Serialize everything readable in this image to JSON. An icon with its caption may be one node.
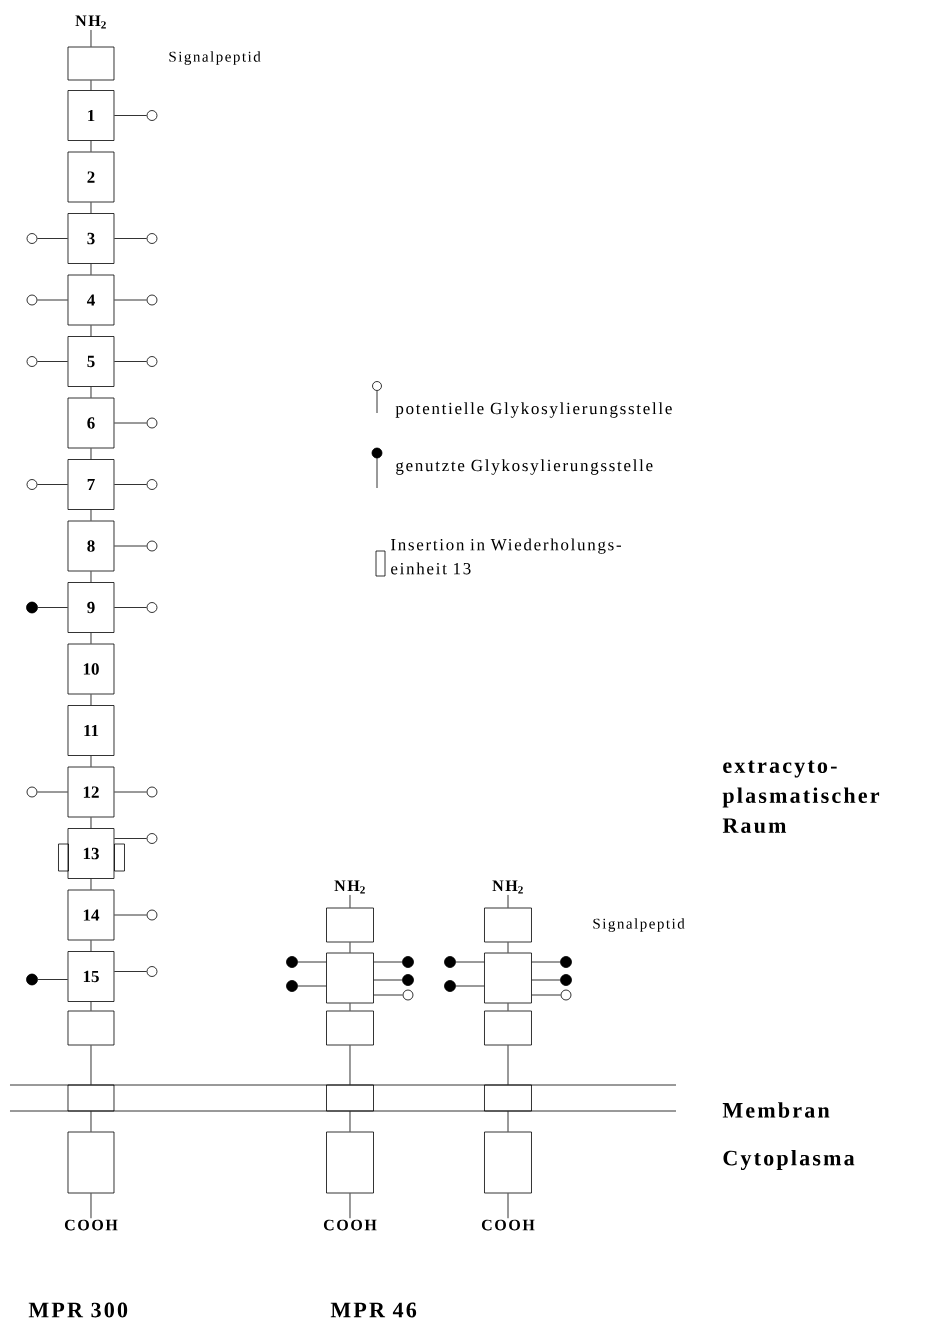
{
  "diagram": {
    "nodes": [
      {
        "text": [
          "NH$_{2}$"
        ]
      },
      {
        "text": [],
        "shape": "box",
        "beside": [
          "Signalpeptid"
        ]
      },
      {
        "text": [
          "1"
        ]
      },
      {
        "text": [],
        "shape": "circle"
      },
      {
        "text": [
          "2"
        ]
      },
      {
        "text": [
          "3"
        ]
      },
      {
        "text": [],
        "shape": "circle"
      },
      {
        "text": [],
        "shape": "circle"
      },
      {
        "text": [
          "4"
        ]
      },
      {
        "text": [],
        "shape": "circle"
      },
      {
        "text": [],
        "shape": "circle"
      },
      {
        "text": [
          "5"
        ]
      },
      {
        "text": [],
        "shape": "circle"
      },
      {
        "text": [],
        "shape": "circle"
      },
      {
        "text": [
          "6"
        ]
      },
      {
        "text": [],
        "shape": "circle"
      },
      {
        "text": [
          "7"
        ]
      },
      {
        "text": [],
        "shape": "circle"
      },
      {
        "text": [],
        "shape": "circle"
      },
      {
        "text": [
          "8"
        ]
      },
      {
        "text": [],
        "shape": "circle"
      },
      {
        "text": [
          "9"
        ]
      },
      {
        "text": [],
        "shape": "dot"
      },
      {
        "text": [],
        "shape": "circle"
      },
      {
        "text": [
          "10"
        ]
      },
      {
        "text": [
          "11"
        ]
      },
      {
        "text": [
          "12"
        ]
      },
      {
        "text": [],
        "shape": "circle"
      },
      {
        "text": [],
        "shape": "circle"
      },
      {
        "text": [
          "13"
        ]
      },
      {
        "text": [],
        "shape": "box"
      },
      {
        "text": [],
        "shape": "box"
      },
      {
        "text": [],
        "shape": "circle"
      },
      {
        "text": [
          "14"
        ]
      },
      {
        "text": [],
        "shape": "circle"
      },
      {
        "text": [
          "15"
        ]
      },
      {
        "text": [],
        "shape": "dot"
      },
      {
        "text": [],
        "shape": "circle"
      },
      {
        "text": [],
        "shape": "box"
      },
      {
        "text": [],
        "shape": "box"
      },
      {
        "text": [],
        "shape": "box"
      },
      {
        "text": [
          "COOH"
        ]
      },
      {
        "text": [
          "NH$_{2}$"
        ]
      },
      {
        "text": [],
        "shape": "box"
      },
      {
        "text": [],
        "shape": "box"
      },
      {
        "text": [],
        "shape": "dot"
      },
      {
        "text": [],
        "shape": "dot"
      },
      {
        "text": [],
        "shape": "dot"
      },
      {
        "text": [],
        "shape": "dot"
      },
      {
        "text": [],
        "shape": "circle"
      },
      {
        "text": [],
        "shape": "box"
      },
      {
        "text": [],
        "shape": "box"
      },
      {
        "text": [],
        "shape": "box"
      },
      {
        "text": [
          "COOH"
        ]
      },
      {
        "text": [
          "NH$_{2}$"
        ]
      },
      {
        "text": [],
        "shape": "box"
      },
      {
        "text": [],
        "shape": "box"
      },
      {
        "text": [],
        "shape": "dot"
      },
      {
        "text": [],
        "shape": "dot"
      },
      {
        "text": [],
        "shape": "dot"
      },
      {
        "text": [],
        "shape": "dot"
      },
      {
        "text": [],
        "shape": "circle"
      },
      {
        "text": [],
        "shape": "box"
      },
      {
        "text": [],
        "shape": "box"
      },
      {
        "text": [],
        "shape": "box"
      },
      {
        "text": [
          "COOH"
        ]
      }
    ],
    "edges": [
      {
        "from": 0,
        "to": 1,
        "arrow": "none"
      },
      {
        "from": 1,
        "to": 2,
        "arrow": "none"
      },
      {
        "from": 2,
        "to": 4,
        "arrow": "none"
      },
      {
        "from": 4,
        "to": 5,
        "arrow": "none"
      },
      {
        "from": 5,
        "to": 8,
        "arrow": "none"
      },
      {
        "from": 8,
        "to": 11,
        "arrow": "none"
      },
      {
        "from": 11,
        "to": 14,
        "arrow": "none"
      },
      {
        "from": 14,
        "to": 16,
        "arrow": "none"
      },
      {
        "from": 16,
        "to": 19,
        "arrow": "none"
      },
      {
        "from": 19,
        "to": 21,
        "arrow": "none"
      },
      {
        "from": 21,
        "to": 24,
        "arrow": "none"
      },
      {
        "from": 24,
        "to": 25,
        "arrow": "none"
      },
      {
        "from": 25,
        "to": 26,
        "arrow": "none"
      },
      {
        "from": 26,
        "to": 29,
        "arrow": "none"
      },
      {
        "from": 29,
        "to": 33,
        "arrow": "none"
      },
      {
        "from": 33,
        "to": 35,
        "arrow": "none"
      },
      {
        "from": 35,
        "to": 38,
        "arrow": "none"
      },
      {
        "from": 38,
        "to": 39,
        "arrow": "none"
      },
      {
        "from": 39,
        "to": 40,
        "arrow": "none"
      },
      {
        "from": 40,
        "to": 41,
        "arrow": "none"
      },
      {
        "from": 2,
        "to": 3,
        "arrow": "none"
      },
      {
        "from": 5,
        "to": 6,
        "arrow": "none"
      },
      {
        "from": 5,
        "to": 7,
        "arrow": "none"
      },
      {
        "from": 8,
        "to": 9,
        "arrow": "none"
      },
      {
        "from": 8,
        "to": 10,
        "arrow": "none"
      },
      {
        "from": 11,
        "to": 12,
        "arrow": "none"
      },
      {
        "from": 11,
        "to": 13,
        "arrow": "none"
      },
      {
        "from": 14,
        "to": 15,
        "arrow": "none"
      },
      {
        "from": 16,
        "to": 17,
        "arrow": "none"
      },
      {
        "from": 16,
        "to": 18,
        "arrow": "none"
      },
      {
        "from": 19,
        "to": 20,
        "arrow": "none"
      },
      {
        "from": 21,
        "to": 22,
        "arrow": "none"
      },
      {
        "from": 21,
        "to": 23,
        "arrow": "none"
      },
      {
        "from": 26,
        "to": 27,
        "arrow": "none"
      },
      {
        "from": 26,
        "to": 28,
        "arrow": "none"
      },
      {
        "from": 29,
        "to": 32,
        "arrow": "none"
      },
      {
        "from": 33,
        "to": 34,
        "arrow": "none"
      },
      {
        "from": 35,
        "to": 36,
        "arrow": "none"
      },
      {
        "from": 35,
        "to": 37,
        "arrow": "none"
      },
      {
        "from": 42,
        "to": 43,
        "arrow": "none"
      },
      {
        "from": 43,
        "to": 44,
        "arrow": "none"
      },
      {
        "from": 44,
        "to": 50,
        "arrow": "none"
      },
      {
        "from": 50,
        "to": 51,
        "arrow": "none"
      },
      {
        "from": 51,
        "to": 52,
        "arrow": "none"
      },
      {
        "from": 52,
        "to": 53,
        "arrow": "none"
      },
      {
        "from": 44,
        "to": 45,
        "arrow": "none"
      },
      {
        "from": 44,
        "to": 46,
        "arrow": "none"
      },
      {
        "from": 44,
        "to": 47,
        "arrow": "none"
      },
      {
        "from": 44,
        "to": 48,
        "arrow": "none"
      },
      {
        "from": 44,
        "to": 49,
        "arrow": "none"
      },
      {
        "from": 54,
        "to": 55,
        "arrow": "none"
      },
      {
        "from": 55,
        "to": 56,
        "arrow": "none"
      },
      {
        "from": 56,
        "to": 62,
        "arrow": "none"
      },
      {
        "from": 62,
        "to": 63,
        "arrow": "none"
      },
      {
        "from": 63,
        "to": 64,
        "arrow": "none"
      },
      {
        "from": 64,
        "to": 65,
        "arrow": "none"
      },
      {
        "from": 56,
        "to": 57,
        "arrow": "none"
      },
      {
        "from": 56,
        "to": 58,
        "arrow": "none"
      },
      {
        "from": 56,
        "to": 59,
        "arrow": "none"
      },
      {
        "from": 56,
        "to": 60,
        "arrow": "none"
      },
      {
        "from": 56,
        "to": 61,
        "arrow": "none"
      }
    ],
    "labels": [
      "extracyto- plasmatischer Raum",
      "Signalpeptid",
      "Membran",
      "Cytoplasma",
      "MPR 300",
      "MPR 46"
    ],
    "legend": [
      {
        "text": "potentielle Glykosylierungsstelle"
      },
      {
        "text": "genutzte Glykosylierungsstelle"
      },
      {
        "text": "Insertion in Wiederholungs- einheit 13"
      }
    ]
  }
}
